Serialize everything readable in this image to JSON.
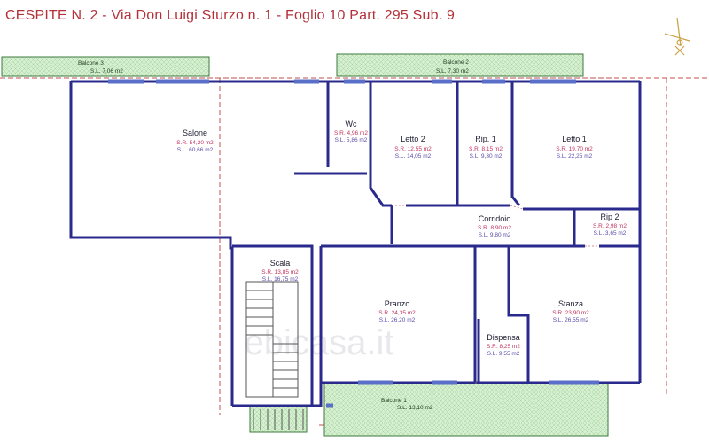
{
  "title": "CESPITE N. 2 - Via Don Luigi Sturzo n. 1 - Foglio 10 Part. 295 Sub. 9",
  "watermark": "ebicasa.it",
  "rooms": {
    "salone": {
      "name": "Salone",
      "sr": "S.R. 54,20 m2",
      "sl": "S.L. 60,66 m2"
    },
    "wc": {
      "name": "Wc",
      "sr": "S.R. 4,96 m2",
      "sl": "S.L. 5,86 m2"
    },
    "letto2": {
      "name": "Letto 2",
      "sr": "S.R. 12,55 m2",
      "sl": "S.L. 14,05 m2"
    },
    "rip1": {
      "name": "Rip. 1",
      "sr": "S.R. 8,15 m2",
      "sl": "S.L. 9,30 m2"
    },
    "letto1": {
      "name": "Letto 1",
      "sr": "S.R. 19,70 m2",
      "sl": "S.L. 22,25 m2"
    },
    "corridoio": {
      "name": "Corridoio",
      "sr": "S.R. 8,90 m2",
      "sl": "S.L. 9,80 m2"
    },
    "rip2": {
      "name": "Rip 2",
      "sr": "S.R. 2,98 m2",
      "sl": "S.L. 3,65 m2"
    },
    "scala": {
      "name": "Scala",
      "sr": "S.R. 13,85 m2",
      "sl": "S.L. 16,75 m2"
    },
    "pranzo": {
      "name": "Pranzo",
      "sr": "S.R. 24,35 m2",
      "sl": "S.L. 26,20 m2"
    },
    "stanza": {
      "name": "Stanza",
      "sr": "S.R. 23,90 m2",
      "sl": "S.L. 26,55 m2"
    },
    "dispensa": {
      "name": "Dispensa",
      "sr": "S.R. 8,25 m2",
      "sl": "S.L. 9,55 m2"
    }
  },
  "balconies": {
    "b3": {
      "name": "Balcone 3",
      "area": "S.L. 7,06 m2"
    },
    "b2": {
      "name": "Balcone 2",
      "area": "S.L. 7,30 m2"
    },
    "b1": {
      "name": "Balcone 1",
      "area": "S.L. 13,10 m2"
    }
  },
  "colors": {
    "wall": "#2a2a8c",
    "window": "#5a6fc8",
    "balcony": "#c9e8c4",
    "balcony_border": "#3d7a3d",
    "title": "#b3323a",
    "property_line": "#c45050",
    "door": "#c07080"
  }
}
